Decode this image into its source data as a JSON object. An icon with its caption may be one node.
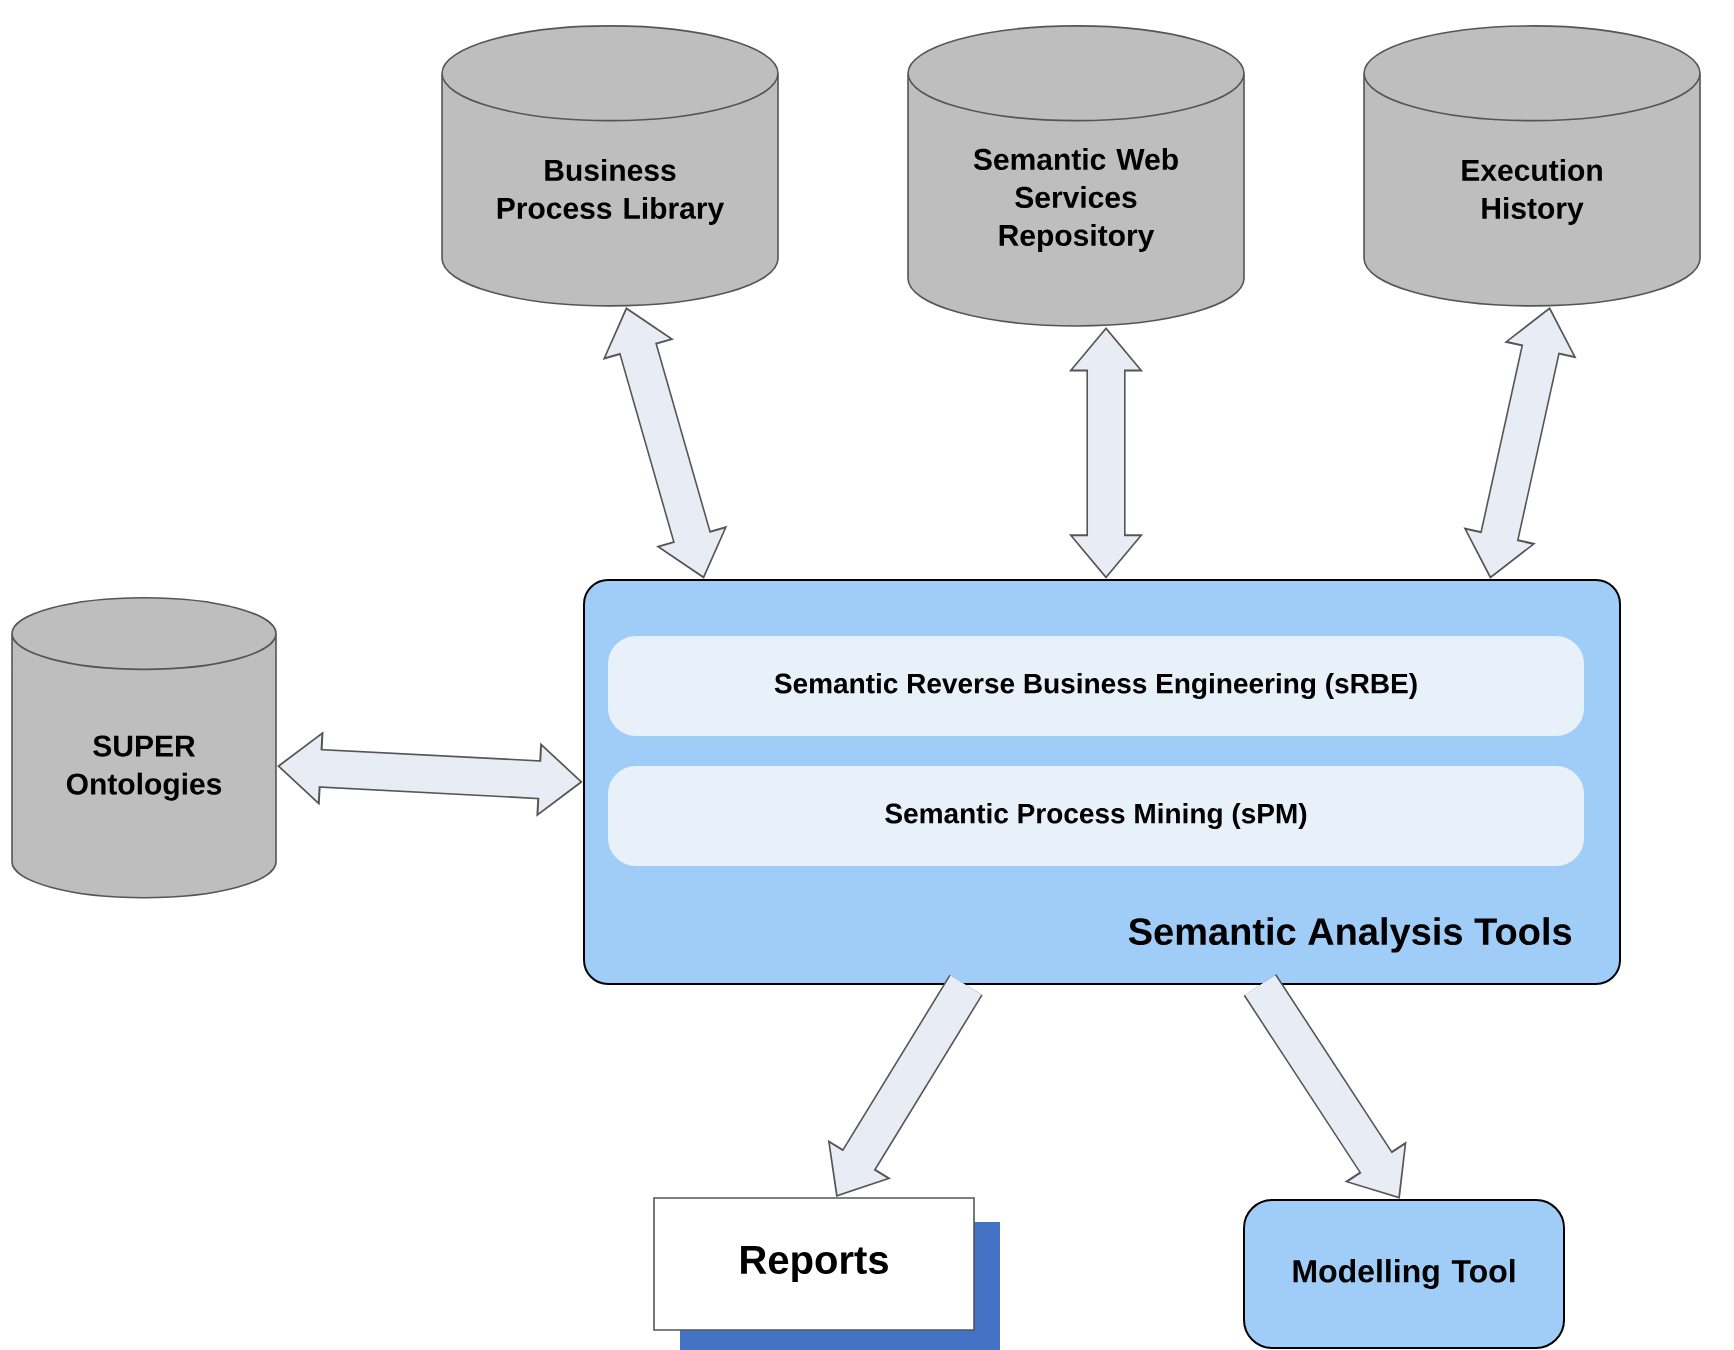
{
  "diagram": {
    "nodes": [
      {
        "text": [
          "Business Process Library"
        ]
      },
      {
        "text": [
          "Semantic Web Services Repository"
        ]
      },
      {
        "text": [
          "Execution History"
        ]
      },
      {
        "text": [
          "SUPER Ontologies"
        ]
      },
      {
        "text": [
          "Semantic Analysis Tools"
        ]
      },
      {
        "text": [
          "Semantic Reverse Business Engineering (sRBE)"
        ],
        "in": 4
      },
      {
        "text": [
          "Semantic Process Mining (sPM)"
        ],
        "in": 4
      },
      {
        "text": [
          "Reports"
        ]
      },
      {
        "text": [
          "Modelling Tool"
        ]
      }
    ],
    "edges": [
      {
        "from": 0,
        "to": 4,
        "arrow": "both"
      },
      {
        "from": 1,
        "to": 4,
        "arrow": "both"
      },
      {
        "from": 2,
        "to": 4,
        "arrow": "both"
      },
      {
        "from": 3,
        "to": 4,
        "arrow": "both"
      },
      {
        "from": 4,
        "to": 7,
        "arrow": "to"
      },
      {
        "from": 4,
        "to": 8,
        "arrow": "to"
      }
    ]
  }
}
